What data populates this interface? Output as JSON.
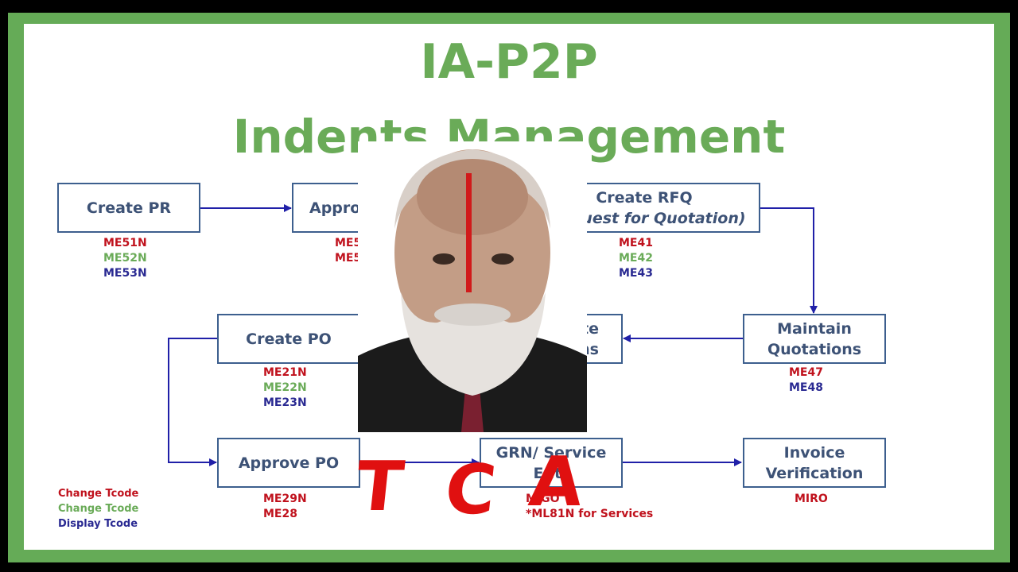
{
  "title": {
    "line1": "IA-P2P",
    "line2": "Indents Management"
  },
  "steps": {
    "create_pr": {
      "label": "Create PR",
      "codes": [
        "ME51N",
        "ME52N",
        "ME53N"
      ]
    },
    "approve_pr": {
      "label": "Approver",
      "codes": [
        "ME54N",
        "ME55"
      ]
    },
    "create_rfq": {
      "label": "Create RFQ",
      "sub": "(Request for Quotation)",
      "codes": [
        "ME41",
        "ME42",
        "ME43"
      ]
    },
    "maintain_quotations": {
      "line1": "Maintain",
      "line2": "Quotations",
      "codes": [
        "ME47",
        "ME48"
      ]
    },
    "evaluate_quotations": {
      "line1": "luate",
      "line2": "ations"
    },
    "create_po": {
      "label": "Create PO",
      "codes": [
        "ME21N",
        "ME22N",
        "ME23N"
      ]
    },
    "approve_po": {
      "label": "Approve PO",
      "codes": [
        "ME29N",
        "ME28"
      ]
    },
    "grn": {
      "line1": "GRN/ Service",
      "line2": "Entr",
      "codes": [
        "MIGO",
        "*ML81N for Services"
      ]
    },
    "invoice": {
      "line1": "Invoice",
      "line2": "Verification",
      "codes": [
        "MIRO"
      ]
    }
  },
  "legend": {
    "change_red": "Change Tcode",
    "change_green": "Change Tcode",
    "display": "Display Tcode"
  },
  "overlay": {
    "letters": [
      "T",
      "C",
      "A"
    ]
  },
  "colors": {
    "frame": "#65ab57",
    "title": "#6aab58",
    "box_border": "#3d5f8e",
    "box_text": "#3d5276",
    "arrow": "#2020a8",
    "change_red": "#c0121d",
    "change_green": "#6aab58",
    "display_blue": "#2a2a92",
    "overlay_letters": "#e01010"
  }
}
